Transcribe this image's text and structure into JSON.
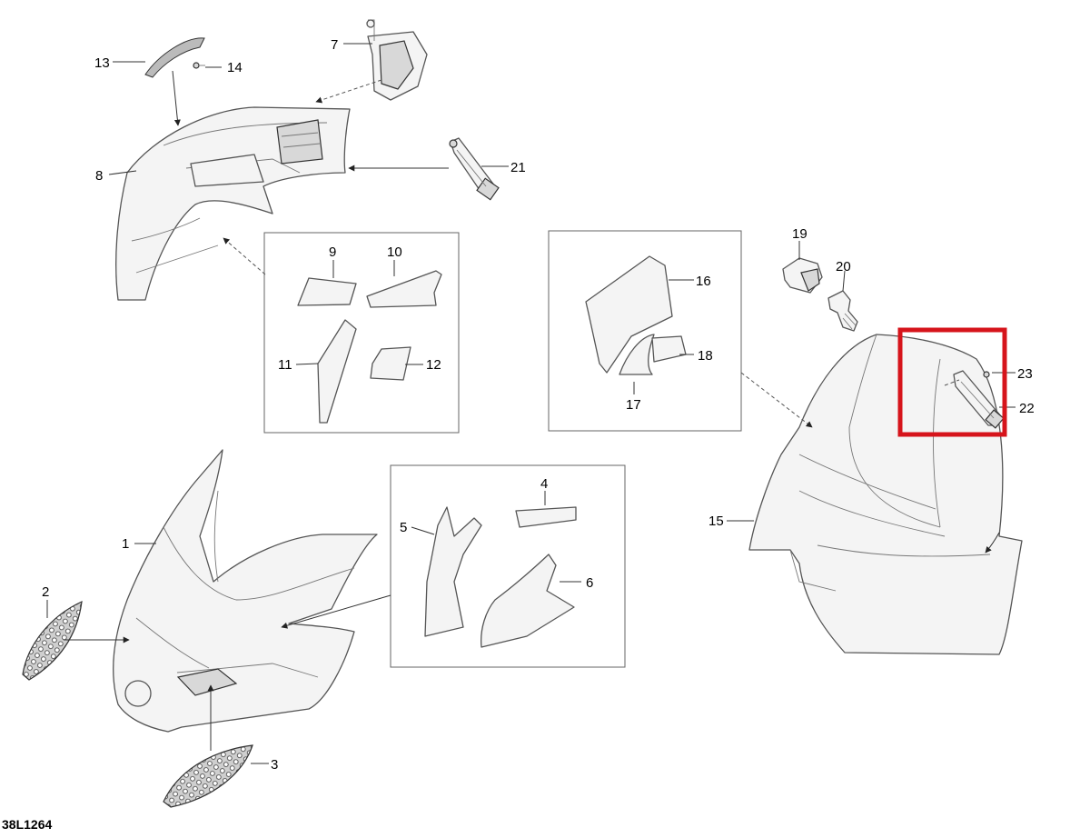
{
  "diagram": {
    "reference_code": "38L1264",
    "highlight_color": "#d6141b",
    "callouts": [
      "1",
      "2",
      "3",
      "4",
      "5",
      "6",
      "7",
      "8",
      "9",
      "10",
      "11",
      "12",
      "13",
      "14",
      "15",
      "16",
      "17",
      "18",
      "19",
      "20",
      "21",
      "22",
      "23"
    ]
  }
}
